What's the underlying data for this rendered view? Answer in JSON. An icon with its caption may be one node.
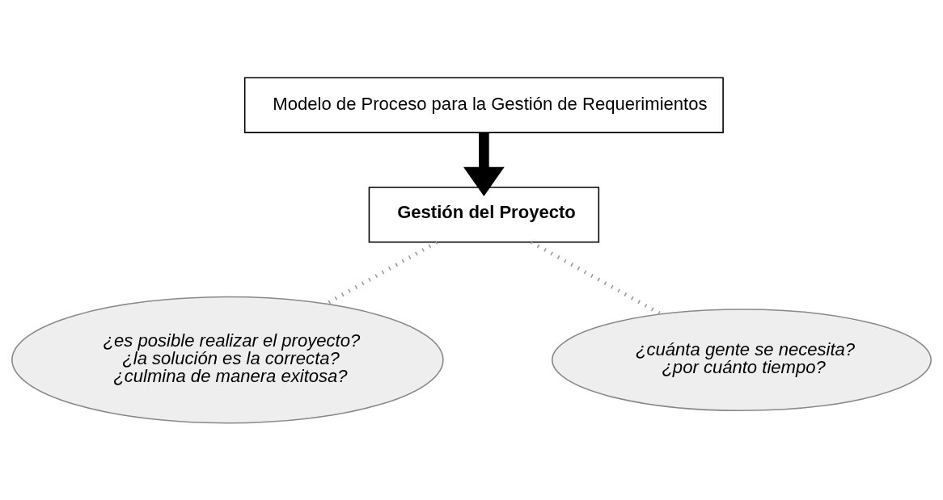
{
  "diagram": {
    "nodes": [
      {
        "text": [
          "Modelo de Proceso para la Gestión de Requerimientos"
        ]
      },
      {
        "text": [
          "Gestión del Proyecto"
        ]
      },
      {
        "text": [
          "¿es posible realizar el proyecto?",
          "¿la solución es la correcta?",
          "¿culmina de manera exitosa?"
        ]
      },
      {
        "text": [
          "¿cuánta gente se necesita?",
          "¿por cuánto tiempo?"
        ]
      }
    ],
    "edges": [
      {
        "from": 0,
        "to": 1,
        "arrow": "to",
        "style": "thick",
        "color": "#000000"
      },
      {
        "from": 1,
        "to": 2,
        "arrow": "none",
        "style": "dashed"
      },
      {
        "from": 1,
        "to": 3,
        "arrow": "none",
        "style": "dashed"
      }
    ]
  }
}
